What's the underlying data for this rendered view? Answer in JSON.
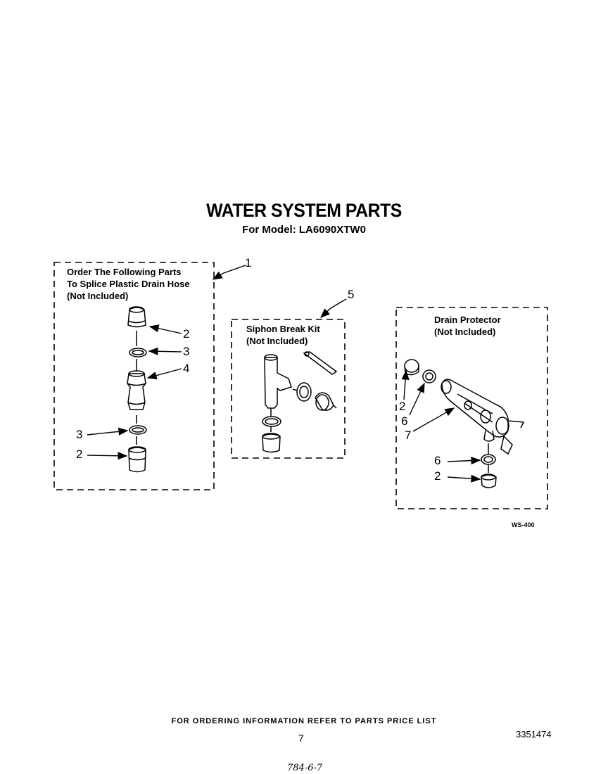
{
  "title": "WATER SYSTEM PARTS",
  "subtitle": "For Model: LA6090XTW0",
  "groups": {
    "splice": {
      "callout": "1",
      "lines": [
        "Order The Following Parts",
        "To Splice Plastic Drain Hose",
        "(Not Included)"
      ]
    },
    "siphon": {
      "callout": "5",
      "lines": [
        "Siphon Break Kit",
        "(Not Included)"
      ]
    },
    "drain": {
      "callout": "",
      "lines": [
        "Drain Protector",
        "(Not Included)"
      ]
    }
  },
  "callouts": {
    "splice_a": "2",
    "splice_b": "3",
    "splice_c": "4",
    "splice_d": "3",
    "splice_e": "2",
    "drain_a": "2",
    "drain_b": "6",
    "drain_c": "7",
    "drain_d": "6",
    "drain_e": "2"
  },
  "ref_code": "WS-400",
  "footer_note": "FOR ORDERING INFORMATION REFER TO PARTS PRICE LIST",
  "page_number": "7",
  "part_number": "3351474",
  "handwritten": "784-6-7"
}
